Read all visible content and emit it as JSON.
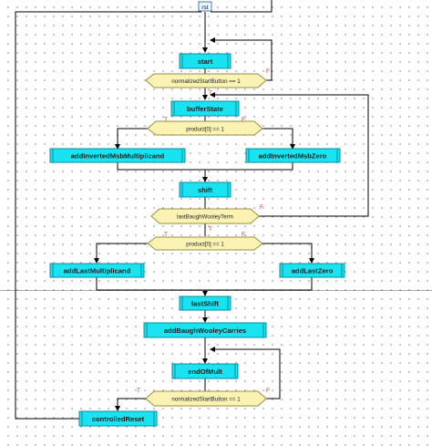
{
  "colors": {
    "state_fill": "#19e3f1",
    "state_stroke": "#0b8ea1",
    "condition_fill": "#fbf3b3",
    "condition_stroke": "#9a8f3e",
    "line": "#000000",
    "true_false_label": "#c0392b"
  },
  "entry": {
    "label": "rst"
  },
  "states": {
    "start": "start",
    "buffer_state": "bufferState",
    "add_inverted_msb_multiplicand": "addInvertedMsbMultiplicand",
    "add_inverted_msb_zero": "addInvertedMsbZero",
    "shift": "shift",
    "add_last_multiplicand": "addLastMultiplicand",
    "add_last_zero": "addLastZero",
    "last_shift": "lastShift",
    "add_baugh_wooley_carries": "addBaughWooleyCarries",
    "end_of_mult": "endOfMult",
    "controlled_reset": "controlledReset"
  },
  "conditions": {
    "normalized_start_1": "normalizedStartButton == 1",
    "product0_1": "product[0] == 1",
    "last_baugh_wooley_term": "lastBaughWooleyTerm",
    "product0_2": "product[0] == 1",
    "normalized_start_2": "normalizedStartButton == 1"
  },
  "branch_labels": {
    "true": "T",
    "false": "F"
  }
}
